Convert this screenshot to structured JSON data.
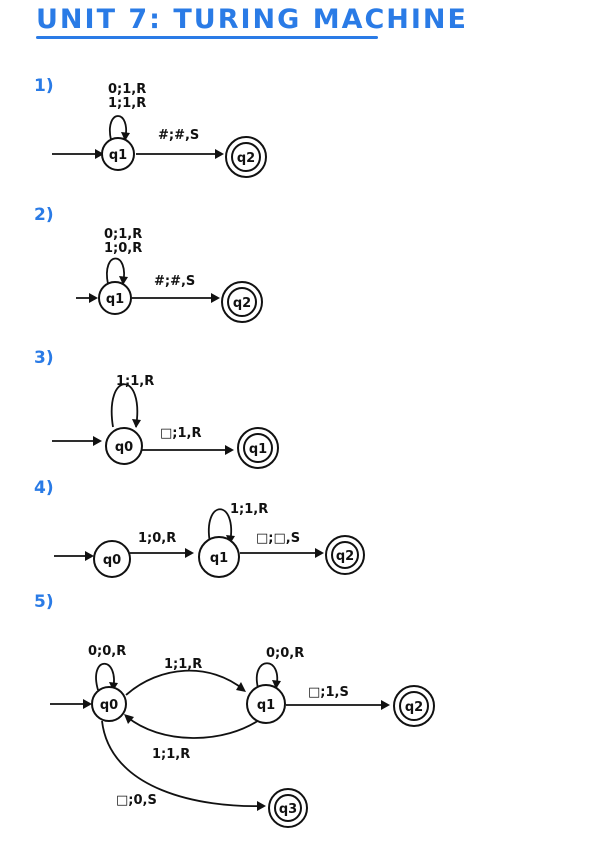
{
  "title": "UNIT 7: TURING MACHINE",
  "questions": [
    {
      "number": "1)",
      "states": [
        {
          "name": "q1"
        },
        {
          "name": "q2",
          "accepting": true
        }
      ],
      "transitions": [
        {
          "from": "q1",
          "to": "q1",
          "label": "0;1,R"
        },
        {
          "from": "q1",
          "to": "q1",
          "label": "1;1,R"
        },
        {
          "from": "q1",
          "to": "q2",
          "label": "#;#,S"
        }
      ]
    },
    {
      "number": "2)",
      "states": [
        {
          "name": "q1"
        },
        {
          "name": "q2",
          "accepting": true
        }
      ],
      "transitions": [
        {
          "from": "q1",
          "to": "q1",
          "label": "0;1,R"
        },
        {
          "from": "q1",
          "to": "q1",
          "label": "1;0,R"
        },
        {
          "from": "q1",
          "to": "q2",
          "label": "#;#,S"
        }
      ]
    },
    {
      "number": "3)",
      "states": [
        {
          "name": "q0"
        },
        {
          "name": "q1",
          "accepting": true
        }
      ],
      "transitions": [
        {
          "from": "q0",
          "to": "q0",
          "label": "1;1,R"
        },
        {
          "from": "q0",
          "to": "q1",
          "label": "□;1,R"
        }
      ]
    },
    {
      "number": "4)",
      "states": [
        {
          "name": "q0"
        },
        {
          "name": "q1"
        },
        {
          "name": "q2",
          "accepting": true
        }
      ],
      "transitions": [
        {
          "from": "q0",
          "to": "q1",
          "label": "1;0,R"
        },
        {
          "from": "q1",
          "to": "q1",
          "label": "1;1,R"
        },
        {
          "from": "q1",
          "to": "q2",
          "label": "□;□,S"
        }
      ]
    },
    {
      "number": "5)",
      "states": [
        {
          "name": "q0"
        },
        {
          "name": "q1"
        },
        {
          "name": "q2",
          "accepting": true
        },
        {
          "name": "q3",
          "accepting": true
        }
      ],
      "transitions": [
        {
          "from": "q0",
          "to": "q0",
          "label": "0;0,R"
        },
        {
          "from": "q0",
          "to": "q1",
          "label": "1;1,R"
        },
        {
          "from": "q1",
          "to": "q1",
          "label": "0;0,R"
        },
        {
          "from": "q1",
          "to": "q2",
          "label": "□;1,S"
        },
        {
          "from": "q1",
          "to": "q0",
          "label": "1;1,R"
        },
        {
          "from": "q0",
          "to": "q3",
          "label": "□;0,S"
        }
      ]
    }
  ]
}
